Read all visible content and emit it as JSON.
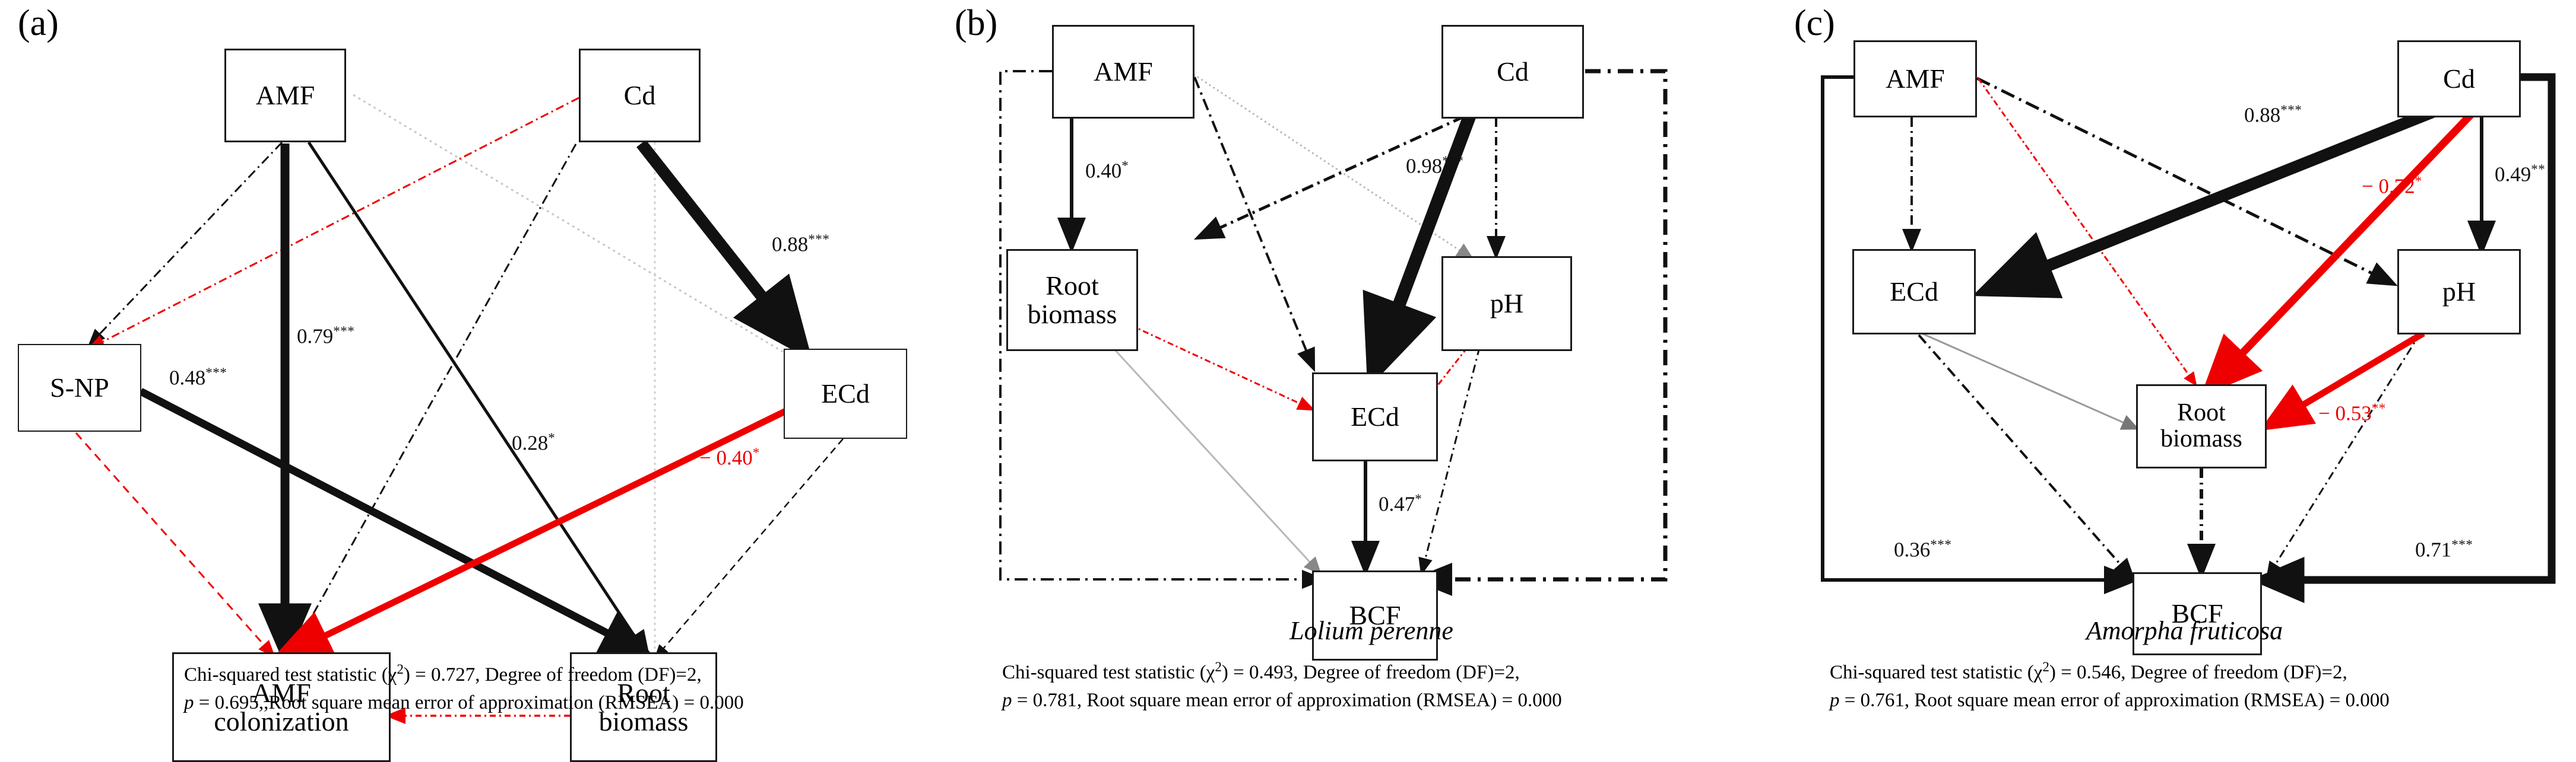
{
  "figure": {
    "type": "structural-equation-model-path-diagrams",
    "panels": [
      {
        "letter": "(a)",
        "species": "",
        "nodes": [
          {
            "id": "amf",
            "label": "AMF"
          },
          {
            "id": "cd",
            "label": "Cd"
          },
          {
            "id": "snp",
            "label": "S-NP"
          },
          {
            "id": "ecd",
            "label": "ECd"
          },
          {
            "id": "amfcol",
            "label": "AMF\ncolonization",
            "line1": "AMF",
            "line2": "colonization"
          },
          {
            "id": "rootbio",
            "label": "Root\nbiomass",
            "line1": "Root",
            "line2": "biomass"
          }
        ],
        "coefficients": [
          {
            "id": "a-cd-ecd",
            "value": "0.88",
            "stars": "***",
            "sign": "positive",
            "from": "cd",
            "to": "ecd"
          },
          {
            "id": "a-amf-amfcol",
            "value": "0.79",
            "stars": "***",
            "sign": "positive",
            "from": "amf",
            "to": "amfcol"
          },
          {
            "id": "a-snp-rootbio",
            "value": "0.48",
            "stars": "***",
            "sign": "positive",
            "from": "snp",
            "to": "rootbio"
          },
          {
            "id": "a-amf-rootbio",
            "value": "0.28",
            "stars": "*",
            "sign": "positive",
            "from": "amf",
            "to": "rootbio"
          },
          {
            "id": "a-ecd-amfcol",
            "value": "− 0.40",
            "stars": "*",
            "sign": "negative",
            "from": "ecd",
            "to": "amfcol"
          }
        ],
        "stats": {
          "line1_pre": "Chi-squared test statistic (χ",
          "line1_sup": "2",
          "line1_post": ") = 0.727, Degree of freedom (DF)=2,",
          "line2_p": "p",
          "line2_post": " = 0.695,,Root square mean error of approximation (RMSEA) = 0.000",
          "chi_squared": "0.727",
          "df": "2",
          "p_value": "0.695",
          "rmsea": "0.000"
        }
      },
      {
        "letter": "(b)",
        "species": "Lolium perenne",
        "nodes": [
          {
            "id": "amf",
            "label": "AMF"
          },
          {
            "id": "cd",
            "label": "Cd"
          },
          {
            "id": "rootbio",
            "label": "Root\nbiomass",
            "line1": "Root",
            "line2": "biomass"
          },
          {
            "id": "ph",
            "label": "pH"
          },
          {
            "id": "ecd",
            "label": "ECd"
          },
          {
            "id": "bcf",
            "label": "BCF"
          }
        ],
        "coefficients": [
          {
            "id": "b-amf-rootbio",
            "value": "0.40",
            "stars": "*",
            "sign": "positive",
            "from": "amf",
            "to": "rootbio"
          },
          {
            "id": "b-cd-ecd",
            "value": "0.98",
            "stars": "***",
            "sign": "positive",
            "from": "cd",
            "to": "ecd"
          },
          {
            "id": "b-ecd-bcf",
            "value": "0.47",
            "stars": "*",
            "sign": "positive",
            "from": "ecd",
            "to": "bcf"
          }
        ],
        "stats": {
          "line1_pre": "Chi-squared test statistic (χ",
          "line1_sup": "2",
          "line1_post": ") = 0.493, Degree of freedom (DF)=2,",
          "line2_p": "p",
          "line2_post": " = 0.781, Root square mean error of approximation (RMSEA) = 0.000",
          "chi_squared": "0.493",
          "df": "2",
          "p_value": "0.781",
          "rmsea": "0.000"
        }
      },
      {
        "letter": "(c)",
        "species": "Amorpha fruticosa",
        "nodes": [
          {
            "id": "amf",
            "label": "AMF"
          },
          {
            "id": "cd",
            "label": "Cd"
          },
          {
            "id": "ecd",
            "label": "ECd"
          },
          {
            "id": "ph",
            "label": "pH"
          },
          {
            "id": "rootbio",
            "label": "Root\nbiomass",
            "line1": "Root",
            "line2": "biomass"
          },
          {
            "id": "bcf",
            "label": "BCF"
          }
        ],
        "coefficients": [
          {
            "id": "c-cd-ecd",
            "value": "0.88",
            "stars": "***",
            "sign": "positive",
            "from": "cd",
            "to": "ecd"
          },
          {
            "id": "c-cd-rootbio",
            "value": "− 0.72",
            "stars": "*",
            "sign": "negative",
            "from": "cd",
            "to": "rootbio"
          },
          {
            "id": "c-cd-ph",
            "value": "0.49",
            "stars": "**",
            "sign": "positive",
            "from": "cd",
            "to": "ph"
          },
          {
            "id": "c-ph-rootbio",
            "value": "− 0.53",
            "stars": "**",
            "sign": "negative",
            "from": "ph",
            "to": "rootbio"
          },
          {
            "id": "c-amf-bcf",
            "value": "0.36",
            "stars": "***",
            "sign": "positive",
            "from": "amf",
            "to": "bcf"
          },
          {
            "id": "c-cd-bcf",
            "value": "0.71",
            "stars": "***",
            "sign": "positive",
            "from": "cd",
            "to": "bcf"
          }
        ],
        "stats": {
          "line1_pre": "Chi-squared test statistic (χ",
          "line1_sup": "2",
          "line1_post": ") = 0.546, Degree of freedom (DF)=2,",
          "line2_p": "p",
          "line2_post": " = 0.761, Root square mean error of approximation (RMSEA) = 0.000",
          "chi_squared": "0.546",
          "df": "2",
          "p_value": "0.761",
          "rmsea": "0.000"
        }
      }
    ],
    "colors": {
      "positive_path": "#111111",
      "negative_path": "#ef0000",
      "nonsignificant_path": "#1a1a1a",
      "faint_path": "#bfbfbf",
      "node_border": "#1a1a1a",
      "background": "#ffffff"
    }
  }
}
